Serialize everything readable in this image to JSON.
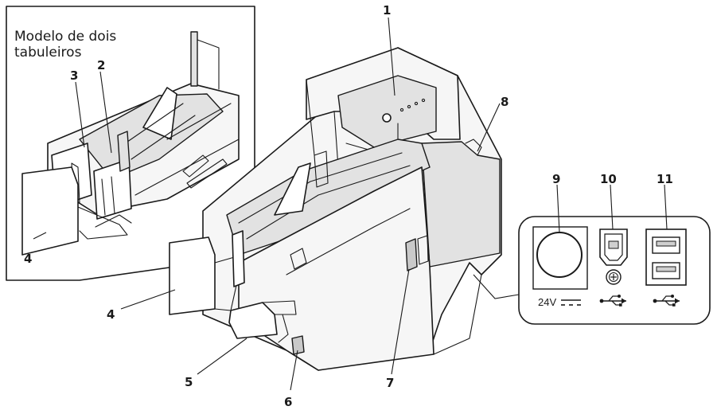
{
  "inset": {
    "title_line1": "Modelo de dois",
    "title_line2": "tabuleiros"
  },
  "callouts": {
    "c1": "1",
    "c2": "2",
    "c3": "3",
    "c4_inset": "4",
    "c4_main": "4",
    "c5": "5",
    "c6": "6",
    "c7": "7",
    "c8": "8",
    "c9": "9",
    "c10": "10",
    "c11": "11"
  },
  "ports": {
    "power_label": "24V",
    "power_icon": "dc-voltage-symbol",
    "usb_b_icon": "usb-symbol",
    "usb_a_icon": "usb-symbol",
    "ground_icon": "ground-screw-icon"
  },
  "colors": {
    "line": "#1a1a1a",
    "body": "#f6f6f6",
    "shade": "#e2e2e2"
  }
}
